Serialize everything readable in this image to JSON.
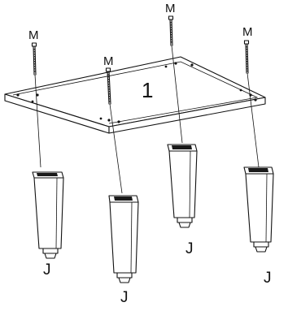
{
  "diagram": {
    "part_number": "1",
    "screw_label": "M",
    "leg_label": "J",
    "screws": [
      {
        "label": "M"
      },
      {
        "label": "M"
      },
      {
        "label": "M"
      },
      {
        "label": "M"
      }
    ],
    "legs": [
      {
        "label": "J"
      },
      {
        "label": "J"
      },
      {
        "label": "J"
      },
      {
        "label": "J"
      }
    ]
  }
}
